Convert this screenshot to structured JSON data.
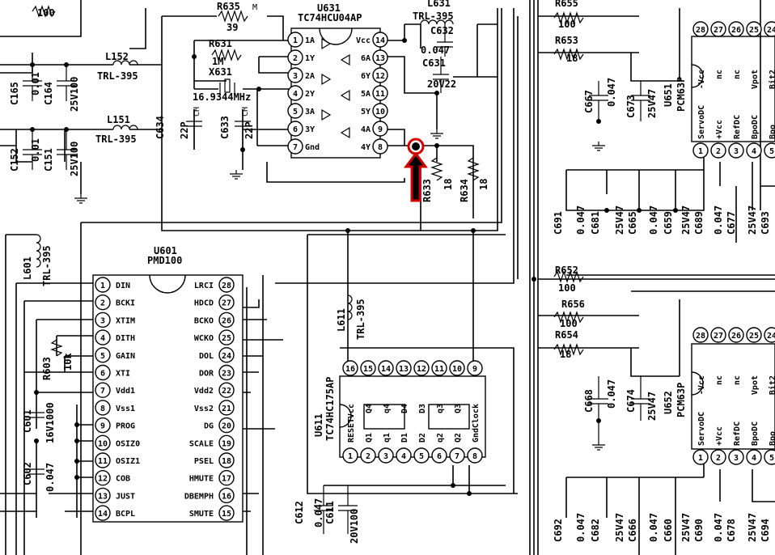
{
  "chips": {
    "u631": {
      "ref": "U631",
      "part": "TC74HCU04AP",
      "left_pins": [
        {
          "num": "1",
          "name": "1A"
        },
        {
          "num": "2",
          "name": "1Y"
        },
        {
          "num": "3",
          "name": "2A"
        },
        {
          "num": "4",
          "name": "2Y"
        },
        {
          "num": "5",
          "name": "3A"
        },
        {
          "num": "6",
          "name": "3Y"
        },
        {
          "num": "7",
          "name": "Gnd"
        }
      ],
      "right_pins": [
        {
          "num": "14",
          "name": "Vcc"
        },
        {
          "num": "13",
          "name": "6A"
        },
        {
          "num": "12",
          "name": "6Y"
        },
        {
          "num": "11",
          "name": "5A"
        },
        {
          "num": "10",
          "name": "5Y"
        },
        {
          "num": "9",
          "name": "4A"
        },
        {
          "num": "8",
          "name": "4Y"
        }
      ]
    },
    "u601": {
      "ref": "U601",
      "part": "PMD100",
      "left_pins": [
        {
          "num": "1",
          "name": "DIN"
        },
        {
          "num": "2",
          "name": "BCKI"
        },
        {
          "num": "3",
          "name": "XTIM"
        },
        {
          "num": "4",
          "name": "DITH"
        },
        {
          "num": "5",
          "name": "GAIN"
        },
        {
          "num": "6",
          "name": "XTI"
        },
        {
          "num": "7",
          "name": "Vdd1"
        },
        {
          "num": "8",
          "name": "Vss1"
        },
        {
          "num": "9",
          "name": "PROG"
        },
        {
          "num": "10",
          "name": "OSIZ0"
        },
        {
          "num": "11",
          "name": "OSIZ1"
        },
        {
          "num": "12",
          "name": "COB"
        },
        {
          "num": "13",
          "name": "JUST"
        },
        {
          "num": "14",
          "name": "BCPL"
        }
      ],
      "right_pins": [
        {
          "num": "28",
          "name": "LRCI"
        },
        {
          "num": "27",
          "name": "HDCD"
        },
        {
          "num": "26",
          "name": "BCKO"
        },
        {
          "num": "25",
          "name": "WCKO"
        },
        {
          "num": "24",
          "name": "DOL"
        },
        {
          "num": "23",
          "name": "DOR"
        },
        {
          "num": "22",
          "name": "Vdd2"
        },
        {
          "num": "21",
          "name": "Vss2"
        },
        {
          "num": "20",
          "name": "DG"
        },
        {
          "num": "19",
          "name": "SCALE"
        },
        {
          "num": "18",
          "name": "PSEL"
        },
        {
          "num": "17",
          "name": "HMUTE"
        },
        {
          "num": "16",
          "name": "DBEMPH"
        },
        {
          "num": "15",
          "name": "SMUTE"
        }
      ]
    },
    "u611": {
      "ref": "U611",
      "part": "TC74HC175AP",
      "top_pins": [
        {
          "num": "16",
          "name": "Vcc"
        },
        {
          "num": "15",
          "name": "Q4"
        },
        {
          "num": "14",
          "name": "q4"
        },
        {
          "num": "13",
          "name": "D4"
        },
        {
          "num": "12",
          "name": "D3"
        },
        {
          "num": "11",
          "name": "q3"
        },
        {
          "num": "10",
          "name": "Q3"
        },
        {
          "num": "9",
          "name": "Clock"
        }
      ],
      "bottom_pins": [
        {
          "num": "1",
          "name": "RESET"
        },
        {
          "num": "2",
          "name": "Q1"
        },
        {
          "num": "3",
          "name": "q1"
        },
        {
          "num": "4",
          "name": "D1"
        },
        {
          "num": "5",
          "name": "D2"
        },
        {
          "num": "6",
          "name": "q2"
        },
        {
          "num": "7",
          "name": "Q2"
        },
        {
          "num": "8",
          "name": "Gnd"
        }
      ]
    },
    "u651": {
      "ref": "U651",
      "part": "PCM63P",
      "top_pins": [
        {
          "num": "28",
          "name": "-Vcc"
        },
        {
          "num": "27",
          "name": "nc"
        },
        {
          "num": "26",
          "name": "nc"
        },
        {
          "num": "25",
          "name": "Vpot"
        },
        {
          "num": "24",
          "name": "Bit2"
        }
      ],
      "bottom_pins": [
        {
          "num": "1",
          "name": "ServoDC"
        },
        {
          "num": "2",
          "name": "+Vcc"
        },
        {
          "num": "3",
          "name": "RefDC"
        },
        {
          "num": "4",
          "name": "BpoDC"
        },
        {
          "num": "5",
          "name": "Bpo"
        }
      ]
    },
    "u652": {
      "ref": "U652",
      "part": "PCM63P",
      "top_pins": [
        {
          "num": "28",
          "name": "-Vcc"
        },
        {
          "num": "27",
          "name": "nc"
        },
        {
          "num": "26",
          "name": "nc"
        },
        {
          "num": "25",
          "name": "Vpot"
        },
        {
          "num": "24",
          "name": "Bit2"
        }
      ],
      "bottom_pins": [
        {
          "num": "1",
          "name": "ServoDC"
        },
        {
          "num": "2",
          "name": "+Vcc"
        },
        {
          "num": "3",
          "name": "RefDC"
        },
        {
          "num": "4",
          "name": "BpoDC"
        },
        {
          "num": "5",
          "name": "Bpo"
        }
      ]
    }
  },
  "components": {
    "r635": {
      "ref": "R635",
      "value": "39"
    },
    "r631": {
      "ref": "R631",
      "value": "1M"
    },
    "x631": {
      "ref": "X631",
      "value": "16.9344MHz"
    },
    "l631": {
      "ref": "L631",
      "value": "TRL-395"
    },
    "c632": {
      "ref": "C632",
      "value": "0.047"
    },
    "c631": {
      "ref": "C631",
      "value": "20V22"
    },
    "c634": {
      "ref": "C634",
      "value": "22P",
      "tag": "CH"
    },
    "c633": {
      "ref": "C633",
      "value": "22P",
      "tag": "CH"
    },
    "r633": {
      "ref": "R633",
      "value": "18"
    },
    "r634": {
      "ref": "R634",
      "value": "18"
    },
    "l152": {
      "ref": "L152",
      "value": "TRL-395"
    },
    "l151": {
      "ref": "L151",
      "value": "TRL-395"
    },
    "c165": {
      "ref": "C165",
      "value": "0.01"
    },
    "c164": {
      "ref": "C164",
      "value": "25V100"
    },
    "c152": {
      "ref": "C152",
      "value": "0.01"
    },
    "c151": {
      "ref": "C151",
      "value": "25V100"
    },
    "top_left_value": "100",
    "r655": {
      "ref": "R655",
      "value": "100"
    },
    "r653": {
      "ref": "R653",
      "value": "18"
    },
    "c667": {
      "ref": "C667",
      "value": "0.047"
    },
    "c673": {
      "ref": "C673",
      "value": "25V47"
    },
    "c691": {
      "ref": "C691",
      "value": "0.047"
    },
    "c681": {
      "ref": "C681",
      "value": "25V47"
    },
    "c665": {
      "ref": "C665",
      "value": "0.047"
    },
    "c659": {
      "ref": "C659",
      "value": "25V47"
    },
    "c689": {
      "ref": "C689",
      "value": "0.047"
    },
    "c677": {
      "ref": "C677",
      "value": "25V47"
    },
    "c693": {
      "ref": "C693",
      "value": ""
    },
    "r652": {
      "ref": "R652",
      "value": "100"
    },
    "r656": {
      "ref": "R656",
      "value": "100"
    },
    "r654": {
      "ref": "R654",
      "value": "18"
    },
    "c668": {
      "ref": "C668",
      "value": "0.047"
    },
    "c674": {
      "ref": "C674",
      "value": "25V47"
    },
    "c692": {
      "ref": "C692",
      "value": "0.047"
    },
    "c682": {
      "ref": "C682",
      "value": "25V47"
    },
    "c666": {
      "ref": "C666",
      "value": "0.047"
    },
    "c660": {
      "ref": "C660",
      "value": "25V47"
    },
    "c690": {
      "ref": "C690",
      "value": "0.047"
    },
    "c678": {
      "ref": "C678",
      "value": "25V47"
    },
    "c694": {
      "ref": "C694",
      "value": ""
    },
    "l601": {
      "ref": "L601",
      "value": "TRL-395"
    },
    "r603": {
      "ref": "R603",
      "value": "10k"
    },
    "c601": {
      "ref": "C601",
      "value": "16V1000"
    },
    "c602": {
      "ref": "C602",
      "value": "0.047"
    },
    "l611": {
      "ref": "L611",
      "value": "TRL-395"
    },
    "c612": {
      "ref": "C612",
      "value": "0.047"
    },
    "c611": {
      "ref": "C611",
      "value": "20V100"
    },
    "m_mark": "M"
  },
  "marker": {
    "color": "#d40000",
    "shape": "arrow pointing up at dot"
  }
}
